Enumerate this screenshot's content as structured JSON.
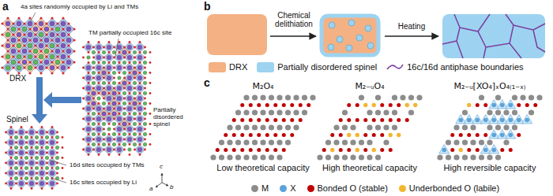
{
  "diagram": {
    "labels": [
      "a",
      "4a sites randomly occupied by Li and TMs",
      "DRX",
      "TM partially occupied 16c site",
      "Partially disordered spinel",
      "Spinel",
      "16d sites occupied by TMs",
      "16c sites occupied by Li",
      "c",
      "a",
      "b",
      "b",
      "Chemical delithiation",
      "Heating",
      "c",
      "M₂O₄",
      "M₂₋ᵤO₄",
      "M₂₋ᵤ[XO₄]ₓO₄₍₁₋ₓ₎",
      "Low theoretical capacity",
      "High theoretical capacity",
      "High reversible capacity"
    ],
    "legend": [
      {
        "text": "DRX",
        "color": "#f4b183"
      },
      {
        "text": "Partially disordered spinel",
        "color": "#9dd3f0"
      },
      {
        "text": "16c/16d antiphase boundaries"
      },
      {
        "text": "M",
        "color": "#8c8c8c"
      },
      {
        "text": "X",
        "color": "#5ba3d9"
      },
      {
        "text": "Bonded O (stable)",
        "color": "#c00000"
      },
      {
        "text": "Underbonded O (labile)",
        "color": "#f2b632"
      }
    ]
  }
}
